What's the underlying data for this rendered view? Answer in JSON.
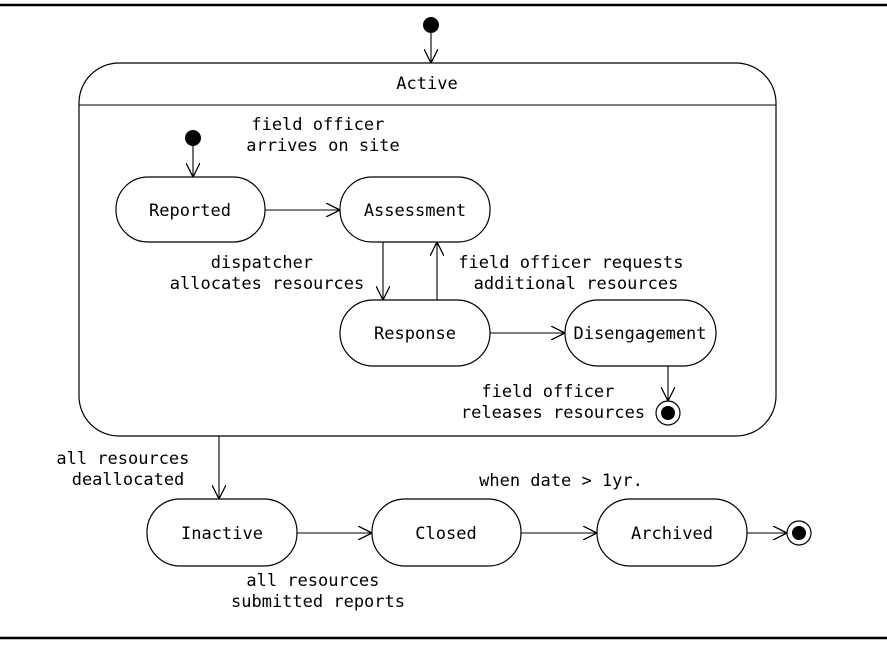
{
  "composite": {
    "name": "Active"
  },
  "states": {
    "reported": "Reported",
    "assessment": "Assessment",
    "response": "Response",
    "disengagement": "Disengagement",
    "inactive": "Inactive",
    "closed": "Closed",
    "archived": "Archived"
  },
  "transitions": {
    "arrives": [
      "field officer",
      "arrives on site"
    ],
    "allocates": [
      "dispatcher",
      "allocates resources"
    ],
    "requests": [
      "field officer requests",
      "additional resources"
    ],
    "releases": [
      "field officer",
      "releases resources"
    ],
    "deallocated": [
      "all resources",
      "deallocated"
    ],
    "submitted": [
      "all resources",
      "submitted reports"
    ],
    "date": "when date > 1yr."
  }
}
